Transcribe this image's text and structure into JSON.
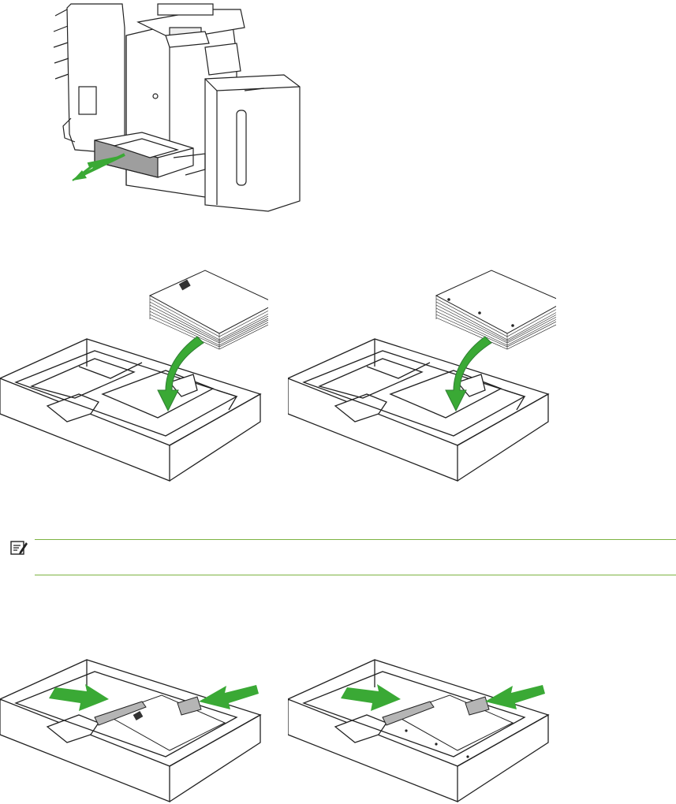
{
  "document": {
    "figures": [
      {
        "id": "printer-open-tray",
        "description_icon": "printer-icon"
      },
      {
        "id": "load-paper-logo-up",
        "paper_mark": "hp-logo"
      },
      {
        "id": "load-paper-prepunched",
        "paper_mark": "punch-holes"
      },
      {
        "id": "adjust-guides-logo",
        "paper_mark": "hp-logo"
      },
      {
        "id": "adjust-guides-prepunched",
        "paper_mark": "punch-holes"
      }
    ],
    "note": {
      "icon": "note-icon",
      "text": ""
    },
    "colors": {
      "arrow_green": "#3aa935",
      "rule_green": "#7cb342",
      "line": "#222222",
      "guide_gray": "#b5b5b5"
    }
  }
}
